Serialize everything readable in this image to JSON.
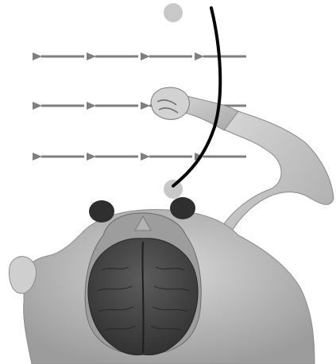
{
  "figure": {
    "background": "#ffffff",
    "colors": {
      "arrow": "#7f7f7f",
      "marker": "#c8c8c8",
      "curve": "#050505",
      "body_light": "#c9c9c9",
      "body_mid": "#a5a5a5",
      "body_dark": "#6e6e6e",
      "brain": "#4f4f4f",
      "brain_dark": "#2e2e2e"
    },
    "arrow_rows": [
      {
        "arrows": 4
      },
      {
        "arrows": 4
      },
      {
        "arrows": 4
      }
    ],
    "markers": [
      {
        "name": "top-marker"
      },
      {
        "name": "bottom-marker"
      }
    ],
    "icons": {
      "figure": "person-top-view-with-brain-and-movement-trajectory"
    }
  }
}
